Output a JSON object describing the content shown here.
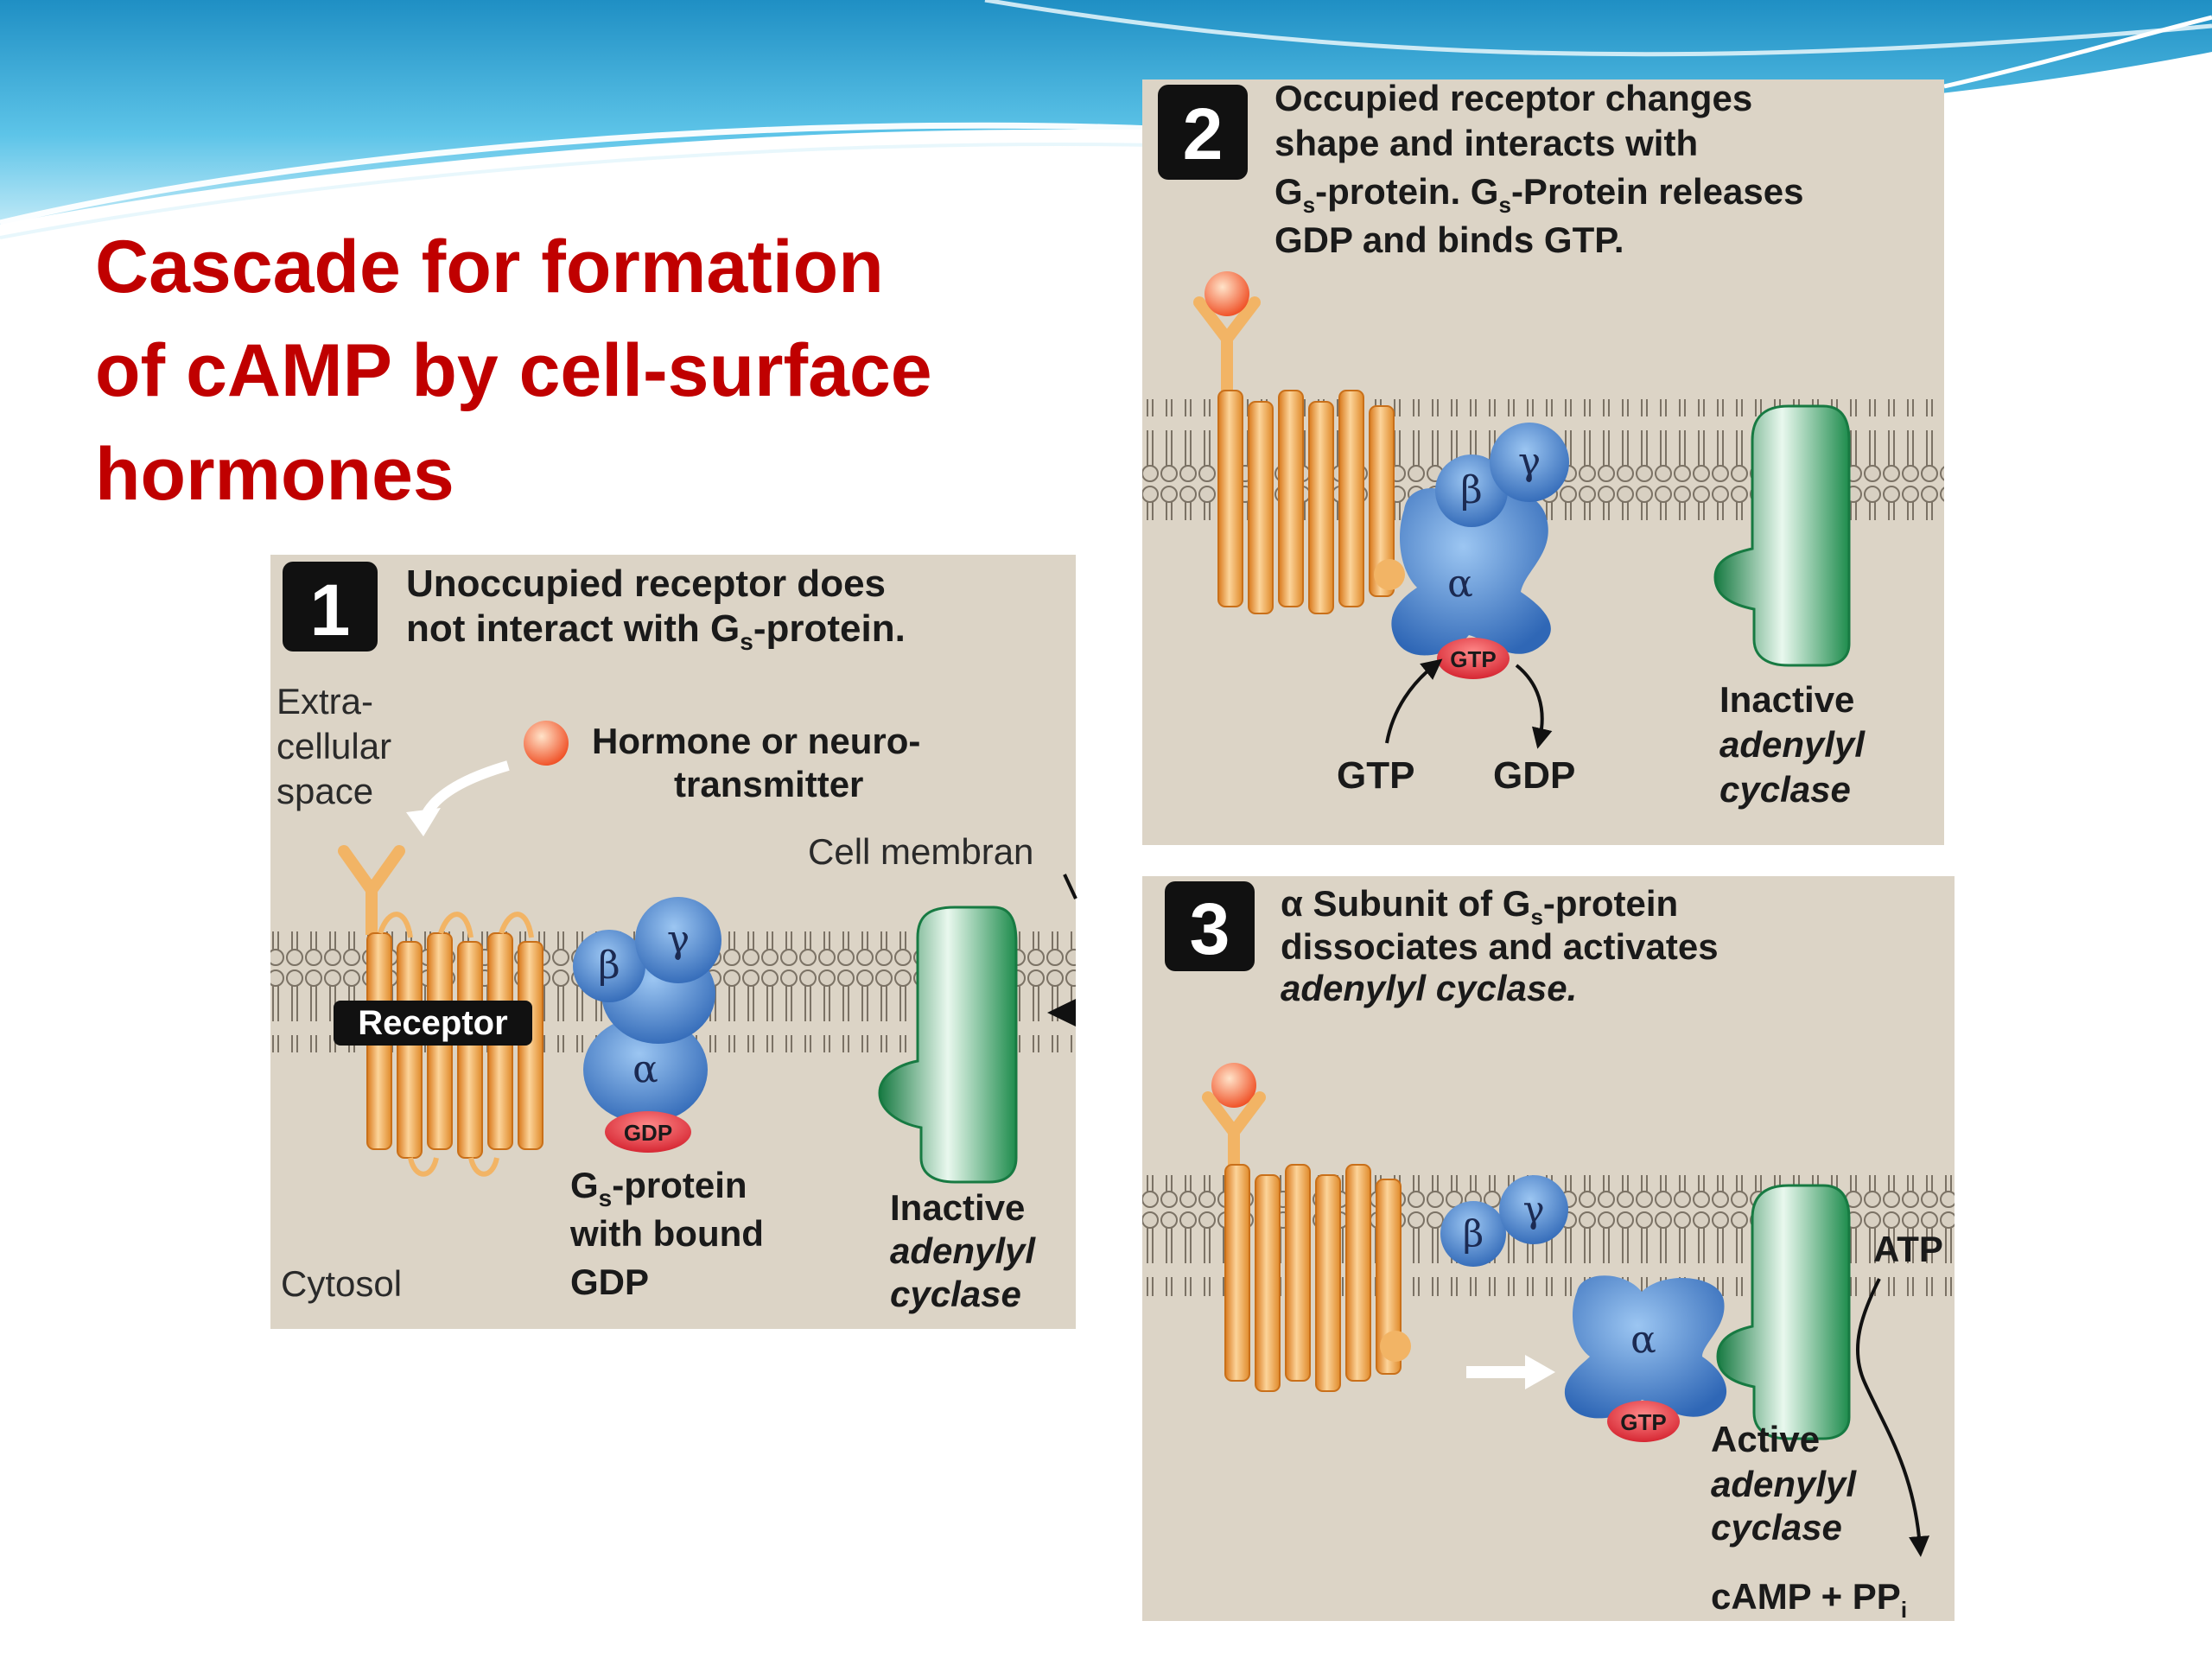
{
  "title": {
    "lines": [
      "Cascade for formation",
      "of cAMP by cell-surface",
      "hormones"
    ]
  },
  "panel1": {
    "number": "1",
    "caption_lines": [
      "Unoccupied receptor does",
      "not interact with G",
      "-protein."
    ],
    "caption_sub": "s",
    "extracellular_lines": [
      "Extra-",
      "cellular",
      "space"
    ],
    "hormone_lines": [
      "Hormone or neuro-",
      "transmitter"
    ],
    "cell_membrane": "Cell membran",
    "receptor": "Receptor",
    "beta": "β",
    "gamma": "γ",
    "alpha": "α",
    "gdp_tag": "GDP",
    "gs_lines": [
      "G",
      "-protein",
      "with bound",
      "GDP"
    ],
    "gs_sub": "s",
    "inactive_lines": [
      "Inactive",
      "adenylyl",
      "cyclase"
    ],
    "cytosol": "Cytosol"
  },
  "panel2": {
    "number": "2",
    "caption_lines": [
      "Occupied receptor changes",
      "shape and interacts with",
      "G",
      "-protein. G",
      "-Protein releases",
      "GDP and binds GTP."
    ],
    "caption_sub": "s",
    "beta": "β",
    "gamma": "γ",
    "alpha": "α",
    "gtp_tag": "GTP",
    "gtp_label": "GTP",
    "gdp_label": "GDP",
    "inactive_lines": [
      "Inactive",
      "adenylyl",
      "cyclase"
    ]
  },
  "panel3": {
    "number": "3",
    "caption_lines": [
      "α Subunit of G",
      "-protein",
      "dissociates and activates",
      "adenylyl cyclase."
    ],
    "caption_sub": "s",
    "beta": "β",
    "gamma": "γ",
    "alpha": "α",
    "gtp_tag": "GTP",
    "atp": "ATP",
    "active_lines": [
      "Active",
      "adenylyl",
      "cyclase"
    ],
    "camp": "cAMP + PP",
    "camp_sub": "i"
  },
  "colors": {
    "title": "#c00000",
    "panel_bg": "#dcd4c6",
    "receptor": "#f0a040",
    "gprotein": "#3f7fcc",
    "cyclase": "#2e9e5e",
    "nucleotide": "#e0303a"
  }
}
